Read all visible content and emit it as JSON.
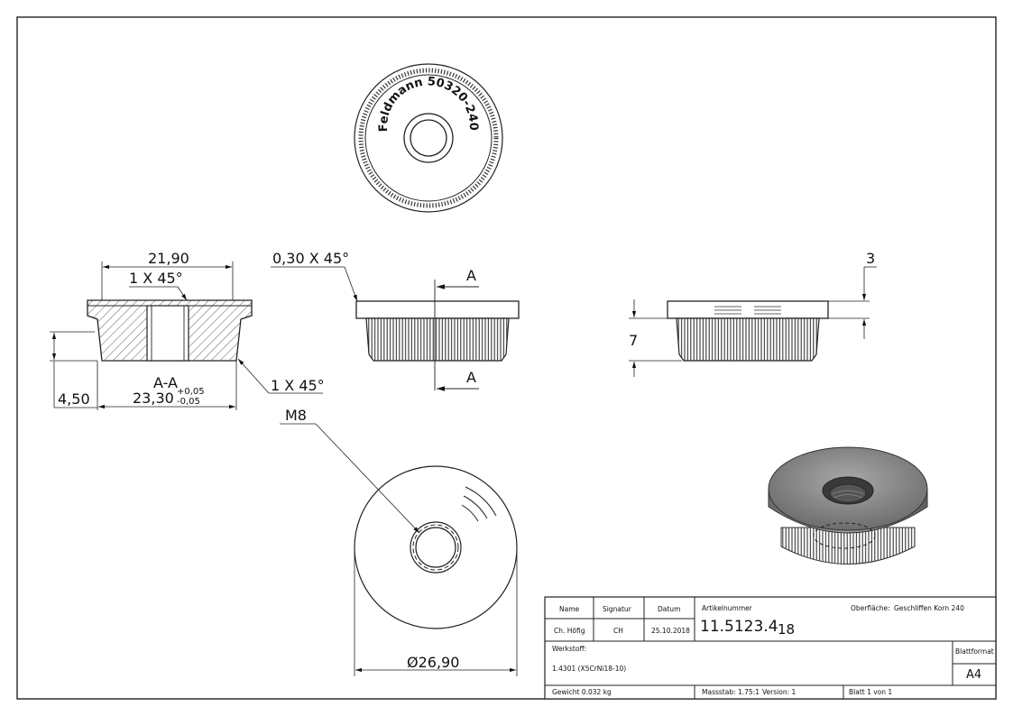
{
  "top_view": {
    "engraving": "Feldmann 50320-240M8"
  },
  "section_view": {
    "dim_width": "21,90",
    "chamfer_top": "1 X 45°",
    "chamfer_bottom": "1 X 45°",
    "section_label": "A-A",
    "dim_height": "4,50",
    "dim_diameter": "23,30",
    "tol_plus": "+0,05",
    "tol_minus": "-0,05"
  },
  "front_view": {
    "chamfer": "0,30 X 45°",
    "cut_label_top": "A",
    "cut_label_bottom": "A"
  },
  "side_view": {
    "dim_flange": "3",
    "dim_knurl": "7"
  },
  "bottom_view": {
    "thread": "M8",
    "diameter": "Ø26,90"
  },
  "title_block": {
    "col_name": "Name",
    "col_signatur": "Signatur",
    "col_datum": "Datum",
    "name_value": "Ch. Höfig",
    "signatur_value": "CH",
    "datum_value": "25.10.2018",
    "artikel_label": "Artikelnummer",
    "artikel_value": "11.5123.4",
    "artikel_suffix": "18",
    "oberflaeche_label": "Oberfläche:",
    "oberflaeche_value": "Geschliffen Korn 240",
    "werkstoff_label": "Werkstoff:",
    "werkstoff_value": "1.4301 (X5CrNi18-10)",
    "blattformat_label": "Blattformat",
    "blattformat_value": "A4",
    "gewicht": "Gewicht 0.032 kg",
    "massstab": "Massstab: 1.75:1",
    "version": "Version: 1",
    "blatt": "Blatt 1 von 1"
  }
}
